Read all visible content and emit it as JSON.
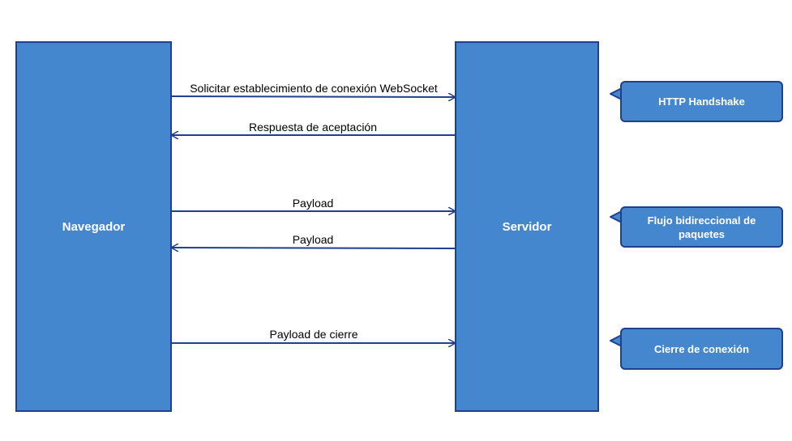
{
  "actors": {
    "client": "Navegador",
    "server": "Servidor"
  },
  "messages": [
    {
      "label": "Solicitar establecimiento de conexión WebSocket",
      "direction": "to-server"
    },
    {
      "label": "Respuesta de aceptación",
      "direction": "to-client"
    },
    {
      "label": "Payload",
      "direction": "to-server"
    },
    {
      "label": "Payload",
      "direction": "to-client"
    },
    {
      "label": "Payload de cierre",
      "direction": "to-server"
    }
  ],
  "phases": [
    {
      "label": "HTTP Handshake"
    },
    {
      "label": "Flujo bidireccional de paquetes"
    },
    {
      "label": "Cierre de conexión"
    }
  ],
  "colors": {
    "box_fill": "#4487CF",
    "box_border": "#1F3F8F",
    "arrow": "#1F3F8F",
    "text_on_box": "#ffffff",
    "message_text": "#000000"
  }
}
